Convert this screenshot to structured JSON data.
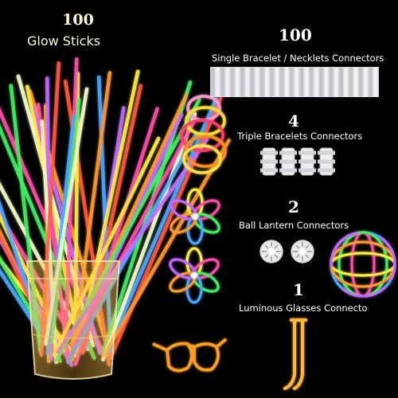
{
  "product": {
    "count": "100",
    "label": "Glow Sticks"
  },
  "components": [
    {
      "count": "100",
      "label": "Single Bracelet / Necklets Connectors",
      "icon": "straight-connector-icon"
    },
    {
      "count": "4",
      "label": "Triple Bracelets Connectors",
      "icon": "triple-connector-icon"
    },
    {
      "count": "2",
      "label": "Ball Lantern Connectors",
      "icon": "ball-connector-icon"
    },
    {
      "count": "1",
      "label": "Luminous Glasses Connecto",
      "icon": "glasses-connector-icon"
    }
  ],
  "colors": {
    "background": "#000000",
    "stick_colors": [
      "#ffee44",
      "#ff4fa8",
      "#44ee66",
      "#4aa8ff",
      "#ff9a2e",
      "#c46bff",
      "#f4ffcc",
      "#ff5a3c"
    ]
  }
}
